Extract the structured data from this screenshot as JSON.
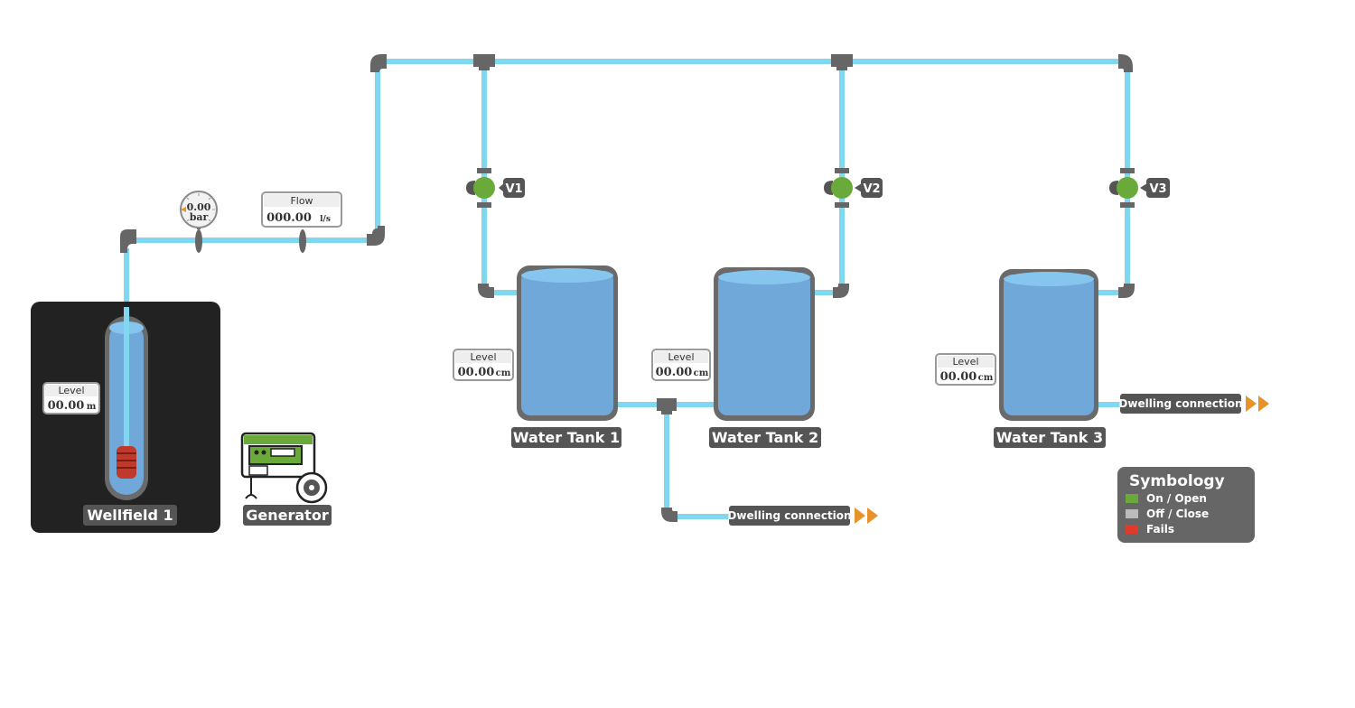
{
  "colors": {
    "pipe": "#7fd8f0",
    "fitting": "#666666",
    "tank_body": "#6fa8d9",
    "tank_top": "#86c6ee",
    "tank_border": "#6a6a6a",
    "valve_on": "#6aaa3a",
    "status_off": "#bbbbbb",
    "status_fail": "#e03a2a",
    "arrow": "#e8922a",
    "label_bg": "#555555",
    "well_bg": "#222222",
    "pump": "#c0392b",
    "generator": "#6aaa3a"
  },
  "wellfield": {
    "name": "Wellfield 1",
    "level_title": "Level",
    "level_value": "00.00",
    "level_unit": "m"
  },
  "generator": {
    "name": "Generator"
  },
  "pressure_gauge": {
    "value": "0.00",
    "unit": "bar"
  },
  "flow_meter": {
    "title": "Flow",
    "value": "000.00",
    "unit": "l/s"
  },
  "valves": [
    {
      "label": "V1",
      "state": "on"
    },
    {
      "label": "V2",
      "state": "on"
    },
    {
      "label": "V3",
      "state": "on"
    }
  ],
  "tanks": [
    {
      "name": "Water Tank 1",
      "level_title": "Level",
      "level_value": "00.00",
      "level_unit": "cm"
    },
    {
      "name": "Water Tank 2",
      "level_title": "Level",
      "level_value": "00.00",
      "level_unit": "cm"
    },
    {
      "name": "Water Tank 3",
      "level_title": "Level",
      "level_value": "00.00",
      "level_unit": "cm"
    }
  ],
  "dwelling_connections": [
    {
      "label": "Dwelling connection"
    },
    {
      "label": "Dwelling connection"
    }
  ],
  "symbology": {
    "title": "Symbology",
    "items": [
      {
        "label": "On / Open",
        "color": "#6aaa3a"
      },
      {
        "label": "Off / Close",
        "color": "#bbbbbb"
      },
      {
        "label": "Fails",
        "color": "#e03a2a"
      }
    ]
  }
}
